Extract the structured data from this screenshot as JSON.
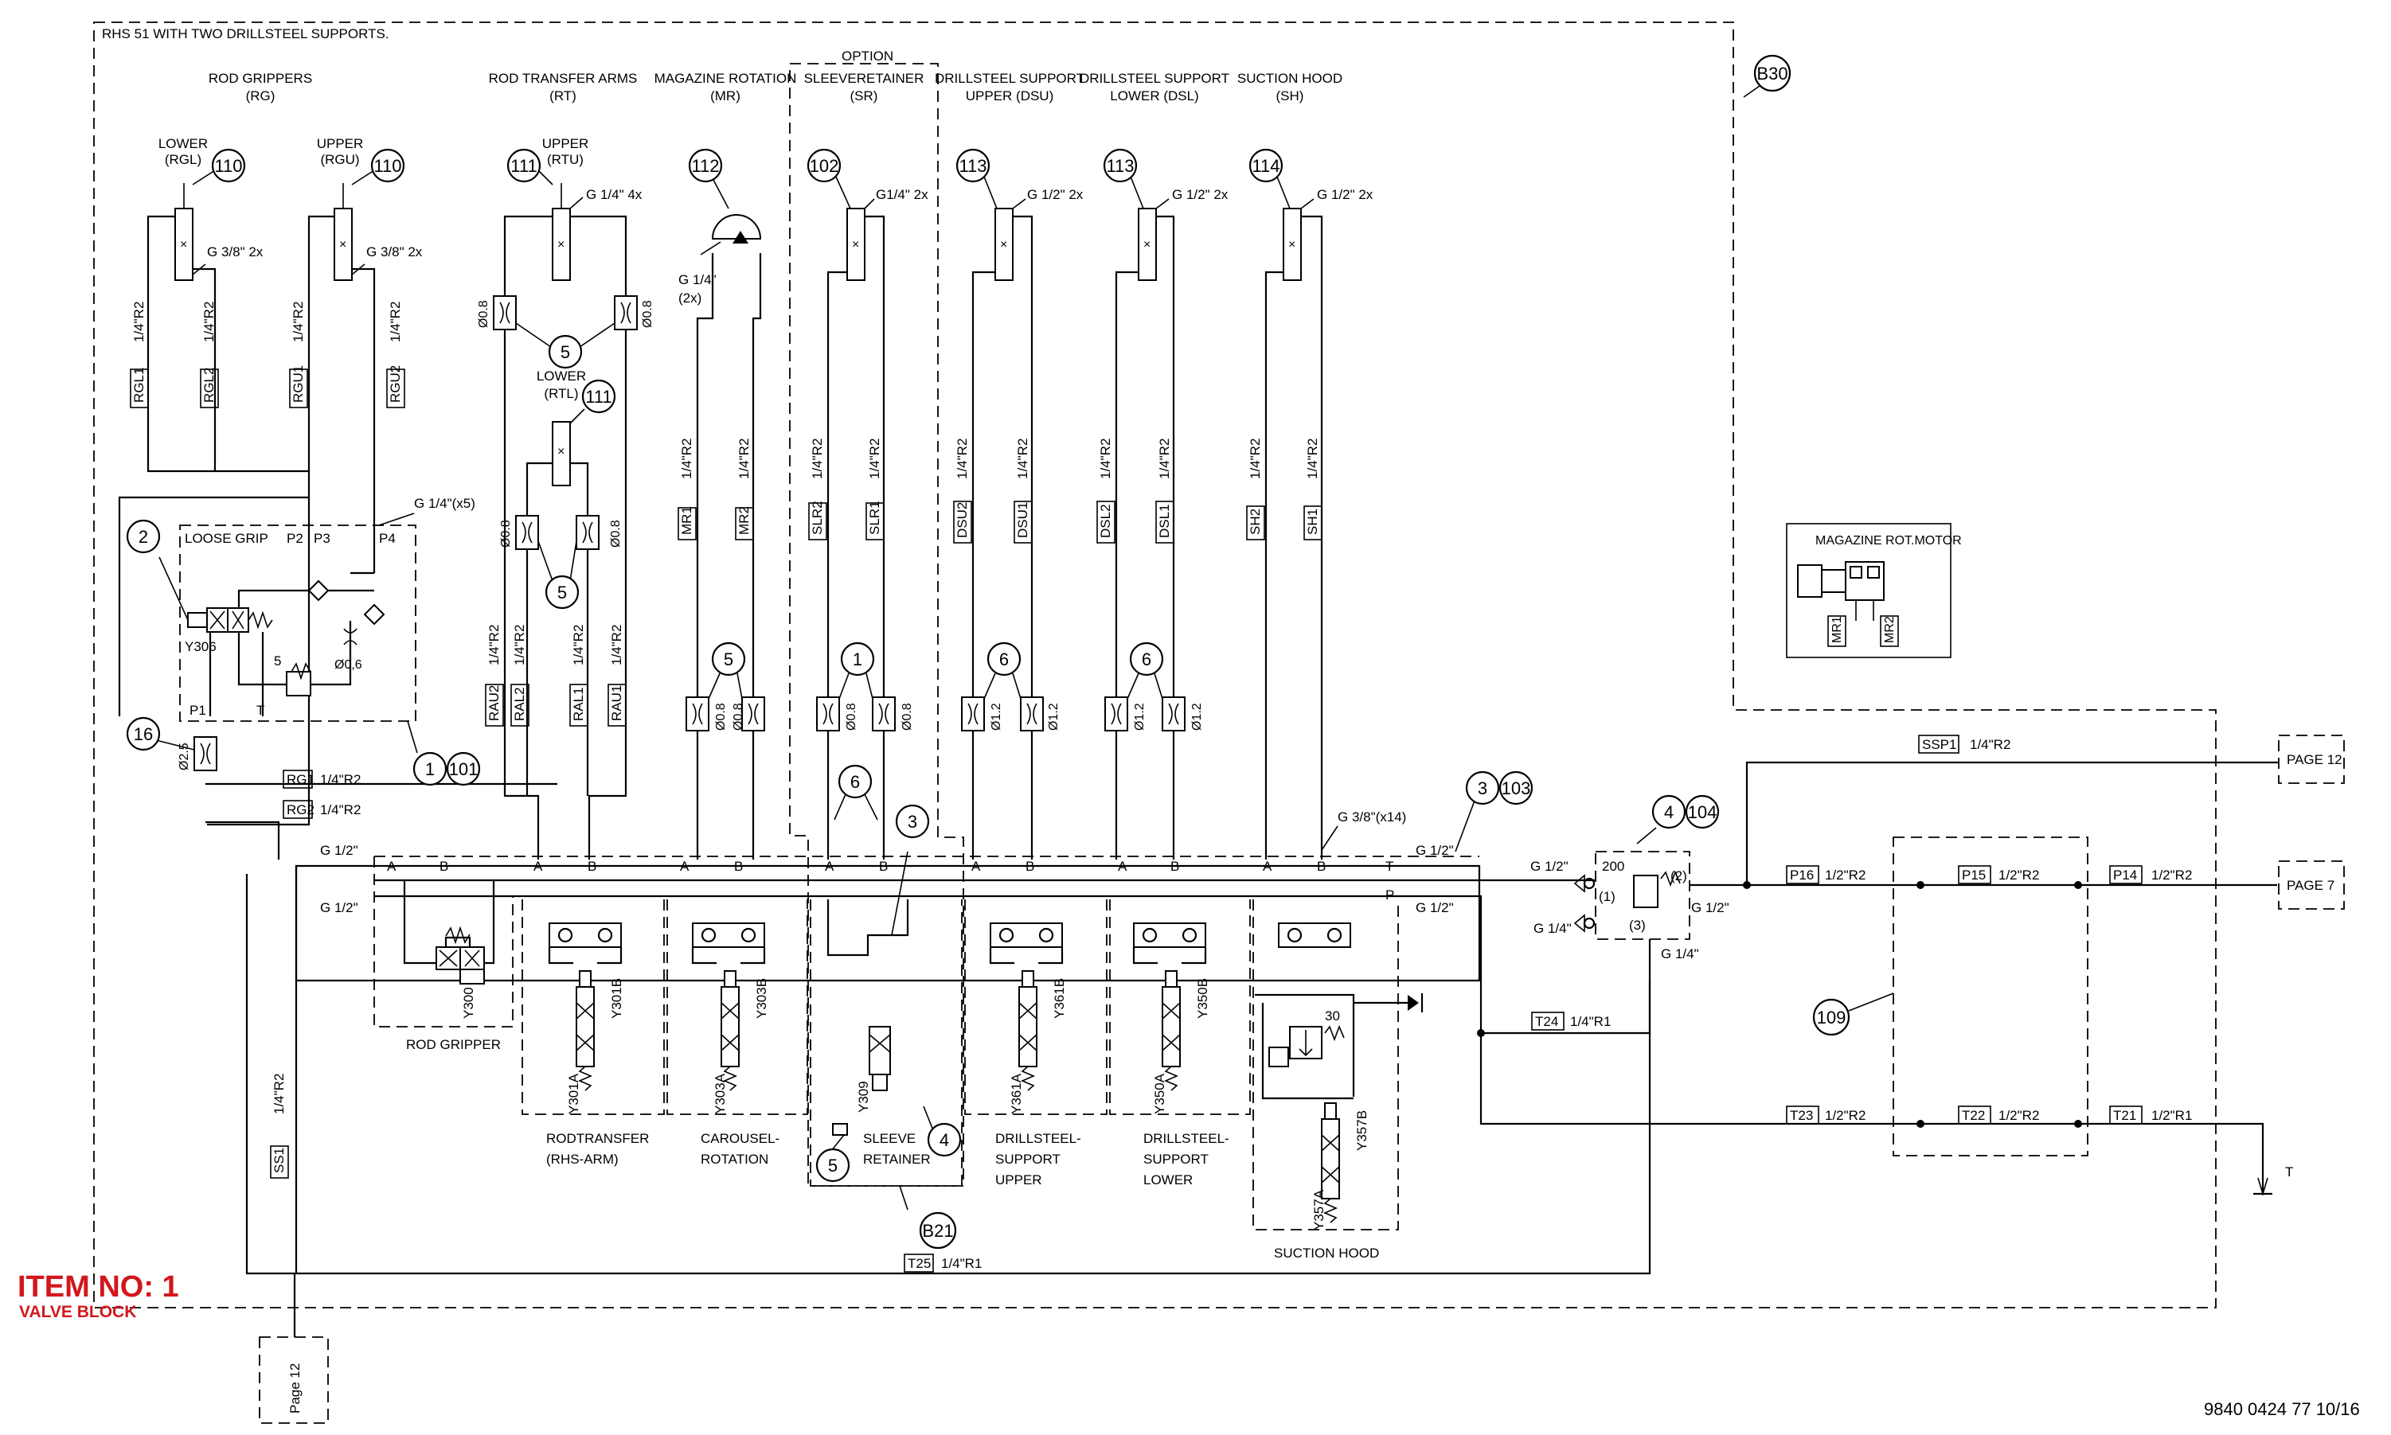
{
  "frame_title": "RHS 51 WITH TWO DRILLSTEEL SUPPORTS.",
  "item": {
    "title": "ITEM NO: 1",
    "subtitle": "VALVE BLOCK"
  },
  "doc_number": "9840 0424 77 10/16",
  "option_label": "OPTION",
  "groups": [
    {
      "title": "ROD GRIPPERS",
      "code": "(RG)"
    },
    {
      "title": "ROD TRANSFER ARMS",
      "code": "(RT)"
    },
    {
      "title": "MAGAZINE ROTATION",
      "code": "(MR)"
    },
    {
      "title": "SLEEVERETAINER",
      "code": "(SR)"
    },
    {
      "title": "DRILLSTEEL SUPPORT",
      "code": "UPPER (DSU)"
    },
    {
      "title": "DRILLSTEEL SUPPORT",
      "code": "LOWER (DSL)"
    },
    {
      "title": "SUCTION HOOD",
      "code": "(SH)"
    }
  ],
  "cylinders": [
    {
      "name": "LOWER",
      "code": "(RGL)",
      "item": "110",
      "port": "G 3/8\" 2x"
    },
    {
      "name": "UPPER",
      "code": "(RGU)",
      "item": "110",
      "port": "G 3/8\" 2x"
    },
    {
      "name": "UPPER",
      "code": "(RTU)",
      "item": "111",
      "port": "G 1/4\" 4x"
    },
    {
      "name": "LOWER",
      "code": "(RTL)",
      "item": "111",
      "port": ""
    },
    {
      "name": "",
      "code": "",
      "item": "112",
      "port": "G 1/4\""
    },
    {
      "name": "",
      "code": "",
      "item": "102",
      "port": "G1/4\" 2x"
    },
    {
      "name": "",
      "code": "",
      "item": "113",
      "port": "G 1/2\" 2x"
    },
    {
      "name": "",
      "code": "",
      "item": "113",
      "port": "G 1/2\" 2x"
    },
    {
      "name": "",
      "code": "",
      "item": "114",
      "port": "G 1/2\" 2x"
    }
  ],
  "motor_port_extra": "(2x)",
  "hoses": [
    {
      "tag": "RGL1",
      "spec": "1/4\"R2"
    },
    {
      "tag": "RGL2",
      "spec": "1/4\"R2"
    },
    {
      "tag": "RGU1",
      "spec": "1/4\"R2"
    },
    {
      "tag": "RGU2",
      "spec": "1/4\"R2"
    },
    {
      "tag": "MR1",
      "spec": "1/4\"R2"
    },
    {
      "tag": "MR2",
      "spec": "1/4\"R2"
    },
    {
      "tag": "SLR2",
      "spec": "1/4\"R2"
    },
    {
      "tag": "SLR1",
      "spec": "1/4\"R2"
    },
    {
      "tag": "DSU2",
      "spec": "1/4\"R2"
    },
    {
      "tag": "DSU1",
      "spec": "1/4\"R2"
    },
    {
      "tag": "DSL2",
      "spec": "1/4\"R2"
    },
    {
      "tag": "DSL1",
      "spec": "1/4\"R2"
    },
    {
      "tag": "SH2",
      "spec": "1/4\"R2"
    },
    {
      "tag": "SH1",
      "spec": "1/4\"R2"
    },
    {
      "tag": "RAU2",
      "spec": "1/4\"R2"
    },
    {
      "tag": "RAL2",
      "spec": "1/4\"R2"
    },
    {
      "tag": "RAL1",
      "spec": "1/4\"R2"
    },
    {
      "tag": "RAU1",
      "spec": "1/4\"R2"
    },
    {
      "tag": "RG1",
      "spec": "1/4\"R2"
    },
    {
      "tag": "RG2",
      "spec": "1/4\"R2"
    },
    {
      "tag": "SS1",
      "spec": "1/4\"R2"
    },
    {
      "tag": "T25",
      "spec": "1/4\"R1"
    },
    {
      "tag": "SSP1",
      "spec": "1/4\"R2"
    },
    {
      "tag": "P16",
      "spec": "1/2\"R2"
    },
    {
      "tag": "P15",
      "spec": "1/2\"R2"
    },
    {
      "tag": "P14",
      "spec": "1/2\"R2"
    },
    {
      "tag": "T24",
      "spec": "1/4\"R1"
    },
    {
      "tag": "T23",
      "spec": "1/2\"R2"
    },
    {
      "tag": "T22",
      "spec": "1/2\"R2"
    },
    {
      "tag": "T21",
      "spec": "1/2\"R1"
    }
  ],
  "restrictors": [
    "Ø0.8",
    "Ø0.8",
    "Ø0.8",
    "Ø0.8",
    "Ø0.8",
    "Ø0.8",
    "Ø0.8",
    "Ø0.8",
    "Ø1.2",
    "Ø1.2",
    "Ø1.2",
    "Ø1.2",
    "Ø2.5",
    "Ø0,6"
  ],
  "loose_grip": {
    "title": "LOOSE GRIP",
    "ports": [
      "P2",
      "P3",
      "P4",
      "P1",
      "T"
    ],
    "valve": "Y306",
    "spring": "5",
    "fitting": "G 1/4\"(x5)"
  },
  "valve_sections": [
    {
      "label": "ROD GRIPPER",
      "solenoids": [
        "Y300"
      ]
    },
    {
      "label": "RODTRANSFER",
      "label2": "(RHS-ARM)",
      "solenoids": [
        "Y301A",
        "Y301B"
      ]
    },
    {
      "label": "CAROUSEL-",
      "label2": "ROTATION",
      "solenoids": [
        "Y303A",
        "Y303B"
      ]
    },
    {
      "label": "SLEEVE",
      "label2": "RETAINER",
      "solenoids": [
        "Y309"
      ]
    },
    {
      "label": "DRILLSTEEL-",
      "label2": "SUPPORT",
      "label3": "UPPER",
      "solenoids": [
        "Y361A",
        "Y361B"
      ]
    },
    {
      "label": "DRILLSTEEL-",
      "label2": "SUPPORT",
      "label3": "LOWER",
      "solenoids": [
        "Y350A",
        "Y350B"
      ]
    },
    {
      "label": "SUCTION HOOD",
      "solenoids": [
        "Y357A",
        "Y357B"
      ],
      "relief": "30"
    }
  ],
  "valve_block": {
    "fitting": "G 3/8\"(x14)",
    "ports_left": [
      "G 1/2\"",
      "G 1/2\""
    ],
    "ports_right": [
      "G 1/2\"",
      "G 1/2\""
    ],
    "port_letters": [
      "A",
      "B",
      "T",
      "P"
    ]
  },
  "relief_valve": {
    "setting": "200",
    "ports": [
      "(1)",
      "(2)",
      "(3)"
    ],
    "fittings": [
      "G 1/2\"",
      "G 1/4\"",
      "G 1/2\"",
      "G 1/4\""
    ]
  },
  "balloons": [
    "B30",
    "B21",
    "1",
    "2",
    "3",
    "4",
    "5",
    "6",
    "16",
    "101",
    "103",
    "104",
    "109"
  ],
  "page_refs": [
    "PAGE 12",
    "PAGE 7",
    "Page 12"
  ],
  "tank_label": "T",
  "motor_box": {
    "title": "MAGAZINE ROT.MOTOR",
    "ports": [
      "MR1",
      "MR2"
    ]
  }
}
